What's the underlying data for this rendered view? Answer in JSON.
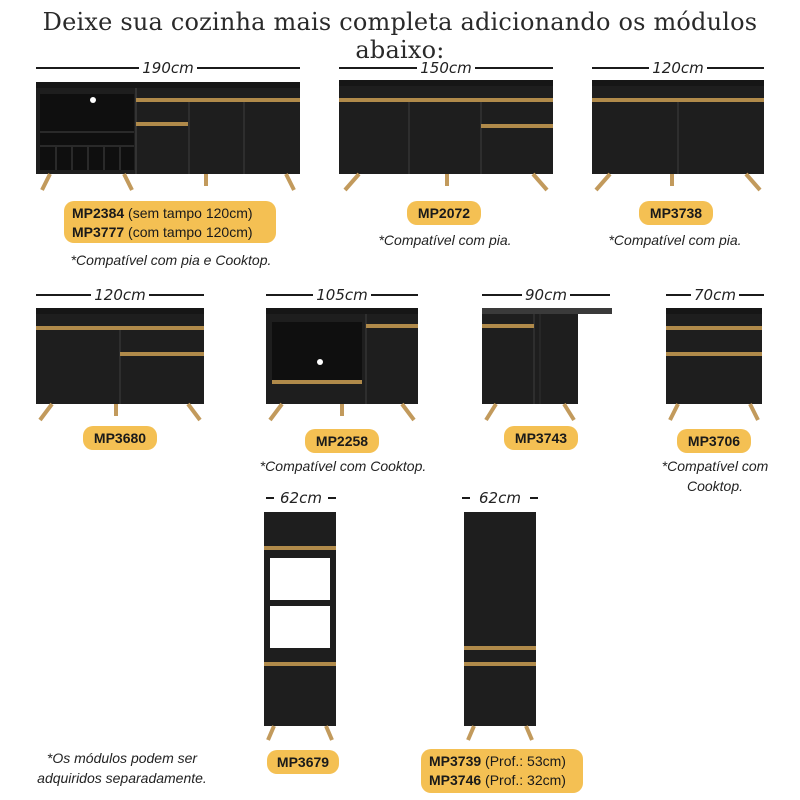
{
  "headline": "Deixe sua cozinha mais completa adicionando os módulos abaixo:",
  "colors": {
    "cabinet": "#1e1e1e",
    "cabinet_edge": "#2e2e2e",
    "handle": "#b08a4a",
    "leg": "#c29a5c",
    "badge": "#f4c053"
  },
  "modules": [
    {
      "width_label": "190cm",
      "codes": [
        {
          "code": "MP2384",
          "detail": " (sem tampo 120cm)"
        },
        {
          "code": "MP3777",
          "detail": " (com tampo 120cm)"
        }
      ],
      "note": "*Compatível com pia e Cooktop."
    },
    {
      "width_label": "150cm",
      "codes": [
        {
          "code": "MP2072",
          "detail": ""
        }
      ],
      "note": "*Compatível com pia."
    },
    {
      "width_label": "120cm",
      "codes": [
        {
          "code": "MP3738",
          "detail": ""
        }
      ],
      "note": "*Compatível com pia."
    },
    {
      "width_label": "120cm",
      "codes": [
        {
          "code": "MP3680",
          "detail": ""
        }
      ],
      "note": ""
    },
    {
      "width_label": "105cm",
      "codes": [
        {
          "code": "MP2258",
          "detail": ""
        }
      ],
      "note": "*Compatível com Cooktop."
    },
    {
      "width_label": "90cm",
      "codes": [
        {
          "code": "MP3743",
          "detail": ""
        }
      ],
      "note": ""
    },
    {
      "width_label": "70cm",
      "codes": [
        {
          "code": "MP3706",
          "detail": ""
        }
      ],
      "note": "*Compatível com\nCooktop."
    },
    {
      "width_label": "62cm",
      "codes": [
        {
          "code": "MP3679",
          "detail": ""
        }
      ],
      "note": ""
    },
    {
      "width_label": "62cm",
      "codes": [
        {
          "code": "MP3739",
          "detail": " (Prof.: 53cm)"
        },
        {
          "code": "MP3746",
          "detail": " (Prof.: 32cm)"
        }
      ],
      "note": ""
    }
  ],
  "footer_note": "*Os módulos podem ser\nadquiridos separadamente."
}
